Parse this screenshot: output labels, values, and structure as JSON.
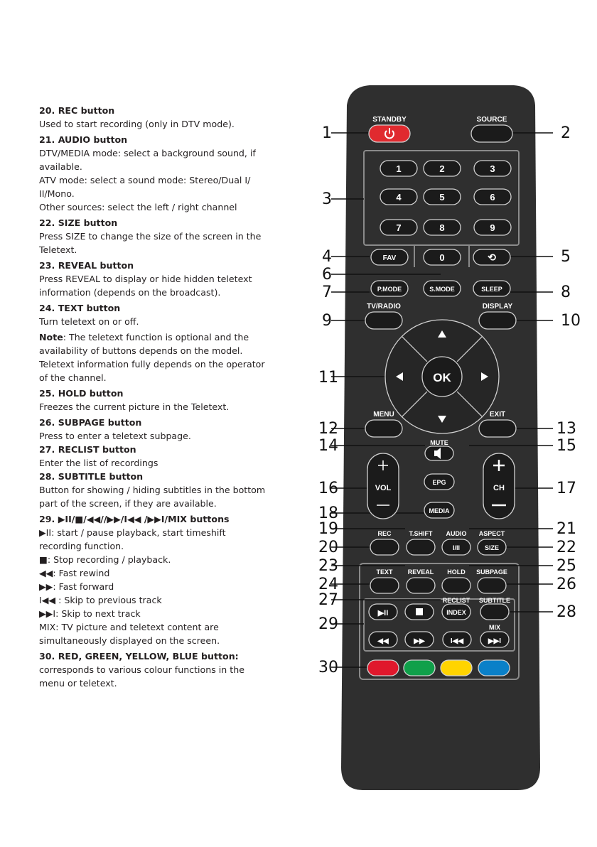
{
  "sections": [
    {
      "title": "20. REC button",
      "lines": [
        "Used to start recording (only in DTV mode)."
      ]
    },
    {
      "title": "21. AUDIO button",
      "lines": [
        "DTV/MEDIA mode: select a background sound, if available.",
        "ATV mode: select a sound mode: Stereo/Dual I/ II/Mono.",
        "Other sources: select the left / right channel"
      ]
    },
    {
      "title": "22. SIZE button",
      "lines": [
        "Press SIZE to change the size of the screen in the Teletext."
      ]
    },
    {
      "title": "23. REVEAL button",
      "lines": [
        "Press REVEAL to display or hide hidden teletext information (depends on the broadcast)."
      ]
    },
    {
      "title": "24. TEXT button",
      "lines": [
        "Turn teletext on or off."
      ]
    },
    {
      "note_label": "Note",
      "lines": [
        ": The teletext function is optional and the availability of buttons depends on the model. Teletext information fully depends on the operator of the channel."
      ]
    },
    {
      "title": "25. HOLD button",
      "lines": [
        "Freezes the current picture  in the Teletext."
      ]
    },
    {
      "title": "26. SUBPAGE button",
      "lines": [
        "Press to enter a teletext subpage."
      ]
    },
    {
      "title": "27. RECLIST button",
      "lines": [
        "Enter the list of recordings"
      ]
    },
    {
      "title": "28. SUBTITLE button",
      "lines": [
        "Button for showing / hiding subtitles in the bottom part of the screen, if they are available."
      ]
    },
    {
      "title": "29. ▶II/■/◀◀//▶▶/I◀◀ /▶▶I/MIX buttons",
      "lines": [
        "▶II: start / pause playback, start timeshift recording function.",
        "■: Stop recording / playback.",
        "◀◀: Fast rewind",
        "▶▶: Fast forward",
        "I◀◀ : Skip to previous track",
        "▶▶I: Skip to next track",
        "MIX: TV picture and teletext content are simultaneously displayed on the screen."
      ]
    },
    {
      "title": "30. RED, GREEN, YELLOW, BLUE button:",
      "lines": [
        "corresponds to various colour functions in the menu or teletext."
      ]
    }
  ],
  "remote": {
    "labels": {
      "standby": "STANDBY",
      "source": "SOURCE",
      "fav": "FAV",
      "smode": "S.MODE",
      "pmode": "P.MODE",
      "sleep": "SLEEP",
      "tvradio": "TV/RADIO",
      "display": "DISPLAY",
      "ok": "OK",
      "menu": "MENU",
      "exit": "EXIT",
      "mute": "MUTE",
      "epg": "EPG",
      "vol": "VOL",
      "ch": "CH",
      "media": "MEDIA",
      "rec": "REC",
      "tshift": "T.SHIFT",
      "audio": "AUDIO",
      "audio_btn": "I/II",
      "aspect": "ASPECT",
      "size": "SIZE",
      "text": "TEXT",
      "reveal": "REVEAL",
      "hold": "HOLD",
      "subpage": "SUBPAGE",
      "reclist": "RECLIST",
      "index": "INDEX",
      "subtitle": "SUBTITLE",
      "mix": "MIX"
    },
    "digits": [
      "1",
      "2",
      "3",
      "4",
      "5",
      "6",
      "7",
      "8",
      "9",
      "0"
    ],
    "callouts": [
      "1",
      "2",
      "3",
      "4",
      "5",
      "6",
      "7",
      "8",
      "9",
      "10",
      "11",
      "12",
      "13",
      "14",
      "15",
      "16",
      "17",
      "18",
      "19",
      "20",
      "21",
      "22",
      "23",
      "24",
      "25",
      "26",
      "27",
      "28",
      "29",
      "30"
    ],
    "colors": {
      "body": "#2f2f2f",
      "button": "#1b1b1b",
      "standby": "#e02a2f",
      "red": "#e0182c",
      "green": "#10a04a",
      "yellow": "#ffd400",
      "blue": "#0a80c8"
    }
  }
}
